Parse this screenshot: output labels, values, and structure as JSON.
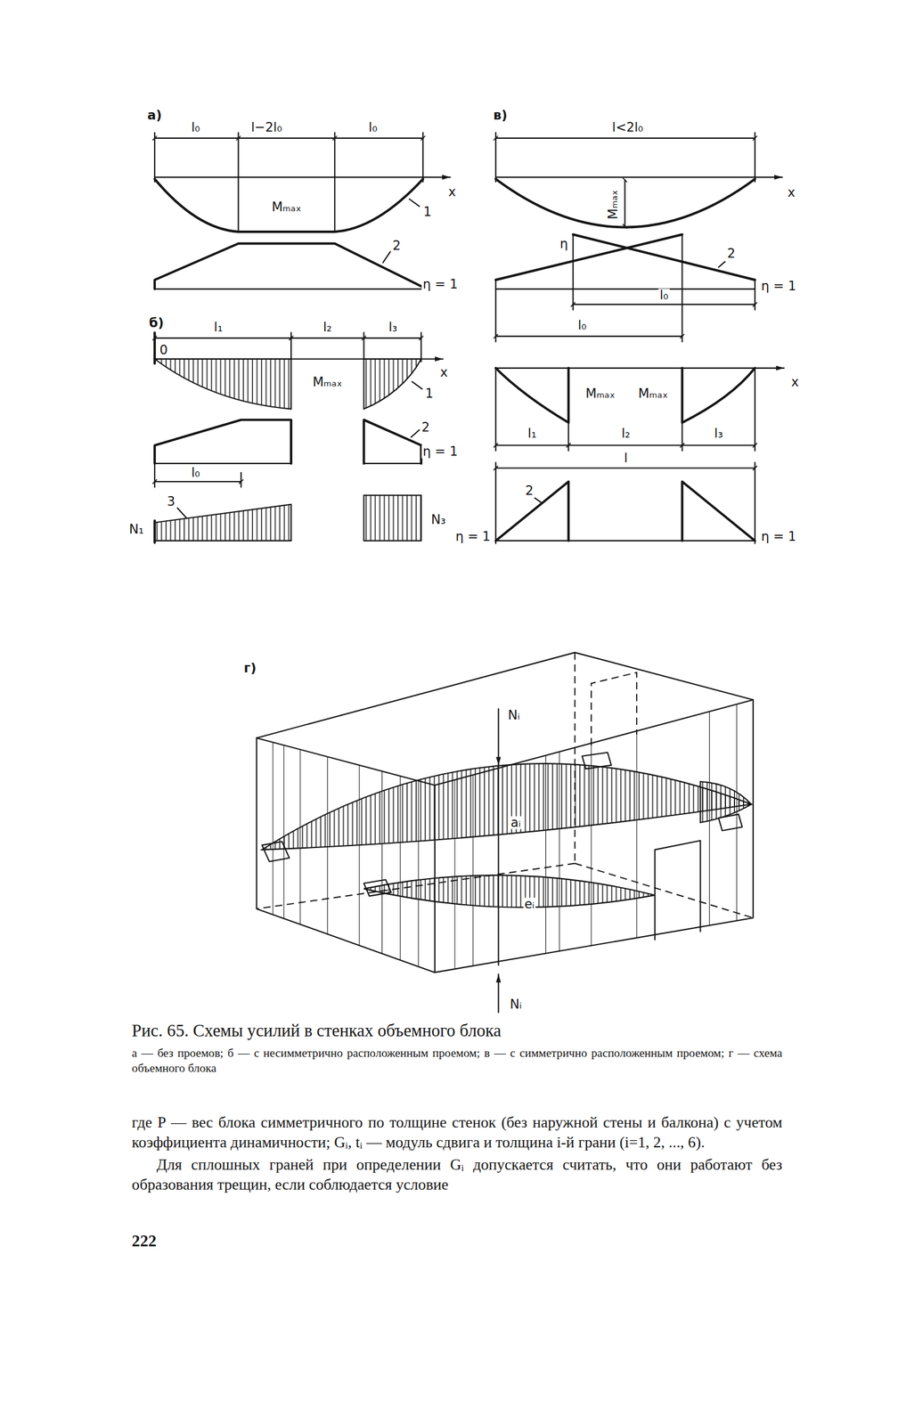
{
  "diagram": {
    "caption": "Рис. 65. Схемы усилий в стенках объемного блока",
    "labels": [
      "а)",
      "l₀",
      "l−2l₀",
      "l₀",
      "x",
      "Mₘₐₓ",
      "1",
      "2",
      "η = 1",
      "б)",
      "l₁",
      "l₂",
      "l₃",
      "0",
      "x",
      "Mₘₐₓ",
      "1",
      "2",
      "η = 1",
      "l₀",
      "3",
      "N₁",
      "N₃",
      "в)",
      "l<2l₀",
      "x",
      "Mₘₐₓ",
      "η",
      "2",
      "η = 1",
      "l₀",
      "l₀",
      "x",
      "Mₘₐₓ",
      "Mₘₐₓ",
      "l₁",
      "l₂",
      "l₃",
      "l",
      "2",
      "η = 1",
      "η = 1",
      "г)",
      "Nᵢ",
      "aᵢ",
      "eᵢ",
      "Nᵢ",
      "а — без проемов; б — с несимметрично расположенным проемом; в — с симметрично расположенным проемом; г — схема объемного блока",
      "где P — вес блока симметричного по толщине стенок (без наружной стены и балкона) с учетом коэффициента динамичности; Gᵢ, tᵢ — модуль сдвига и толщина i-й грани (i=1, 2, ..., 6).",
      "Для сплошных граней при определении Gᵢ допускается считать, что они работают без образования трещин, если соблюдается условие",
      "222"
    ]
  }
}
